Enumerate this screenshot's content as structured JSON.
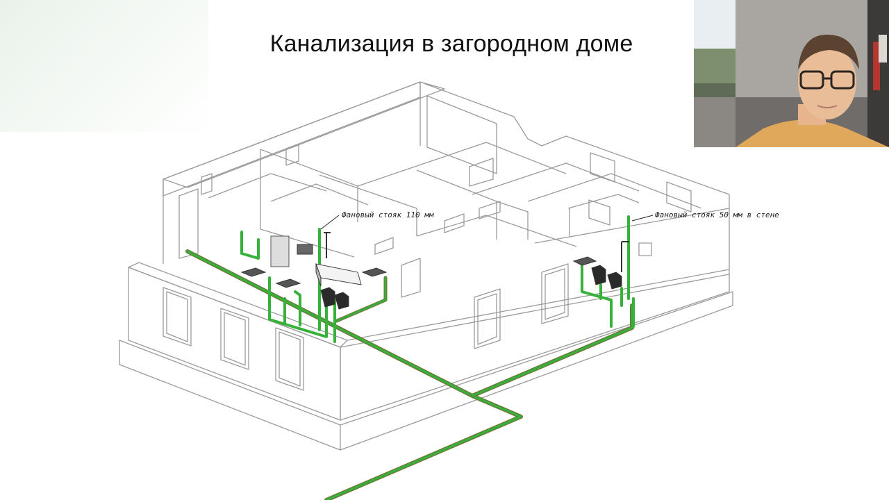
{
  "slide": {
    "title": "Канализация в загородном доме"
  },
  "diagram": {
    "labels": [
      {
        "id": "riser-110",
        "text": "Фановый стояк 110 мм"
      },
      {
        "id": "riser-50",
        "text": "Фановый стояк 50 мм в стене"
      }
    ],
    "colors": {
      "pipe": "#36b23a",
      "pipe_dark": "#6b7a3a",
      "wall_line": "#9a9a9a",
      "fixture": "#3a3a3a"
    }
  },
  "webcam": {
    "icon": "person-video-feed"
  }
}
